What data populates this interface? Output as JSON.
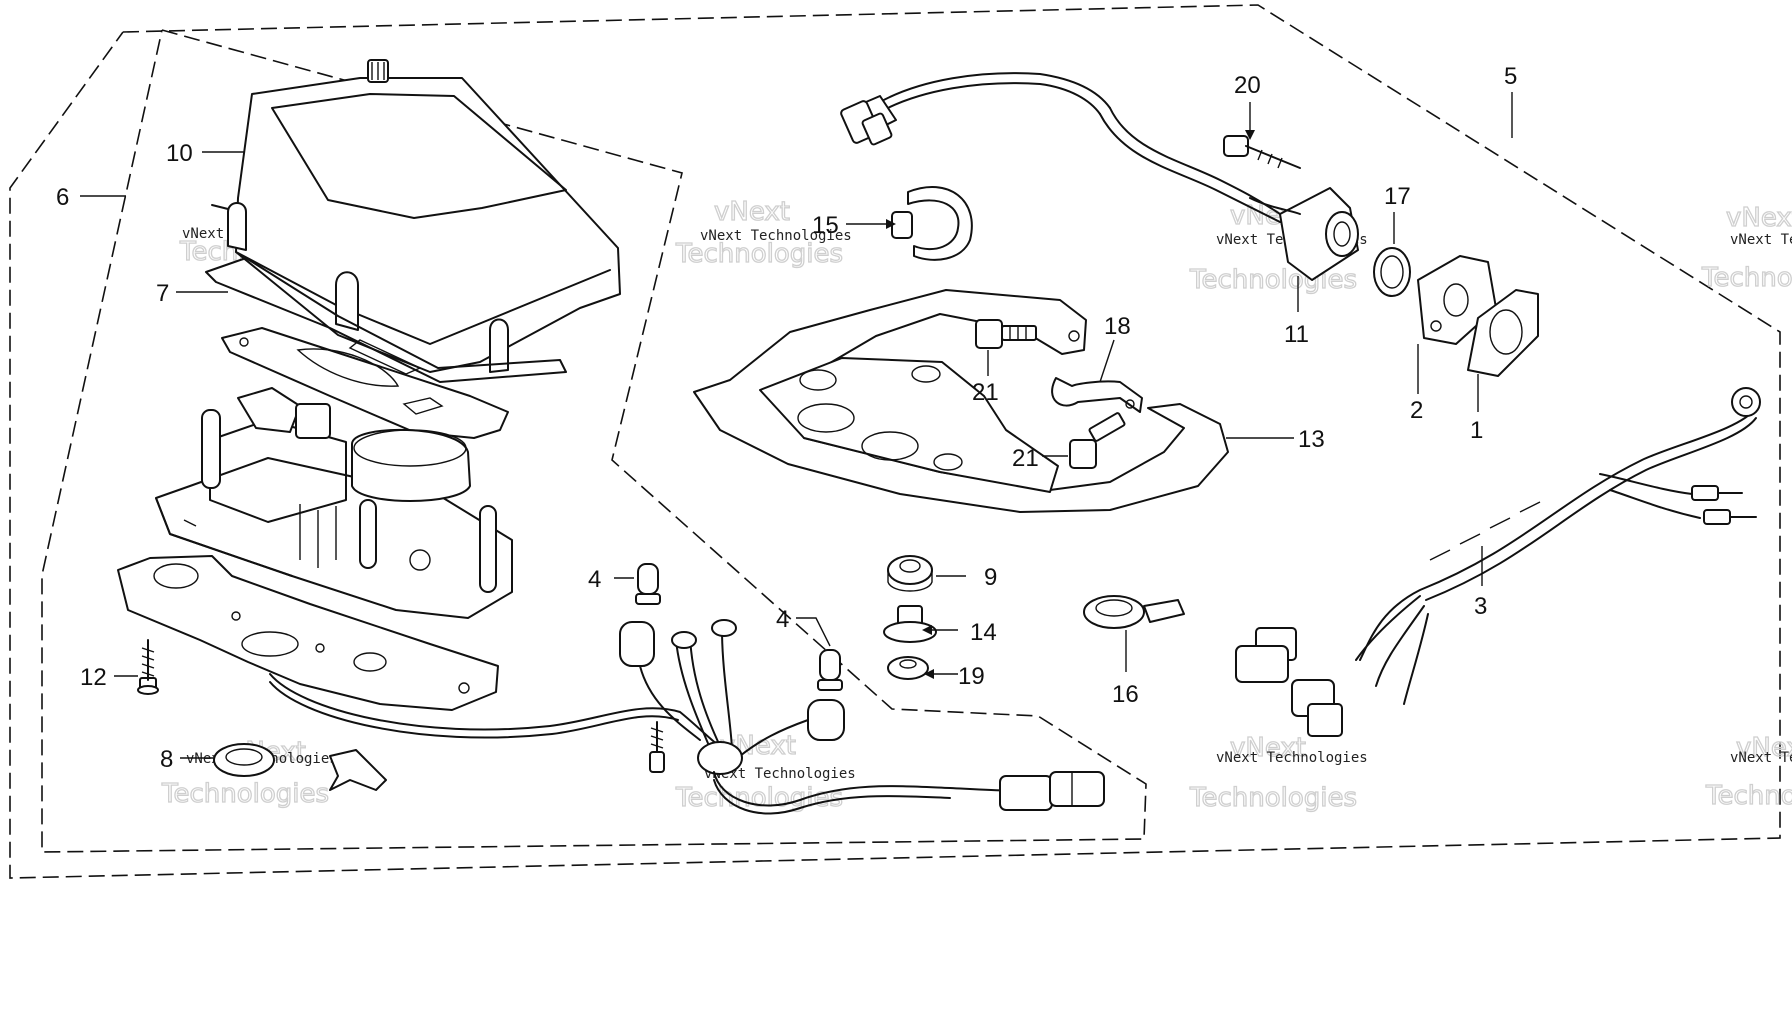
{
  "watermark": {
    "line1": "vNext Technologies",
    "line2": "vNext",
    "line3": "Technologies"
  },
  "callouts": {
    "c1": "1",
    "c2": "2",
    "c3": "3",
    "c4a": "4",
    "c4b": "4",
    "c5": "5",
    "c6": "6",
    "c7": "7",
    "c8": "8",
    "c9": "9",
    "c10": "10",
    "c11": "11",
    "c12": "12",
    "c13": "13",
    "c14": "14",
    "c15": "15",
    "c16": "16",
    "c17": "17",
    "c18": "18",
    "c19": "19",
    "c20": "20",
    "c21a": "21",
    "c21b": "21"
  }
}
